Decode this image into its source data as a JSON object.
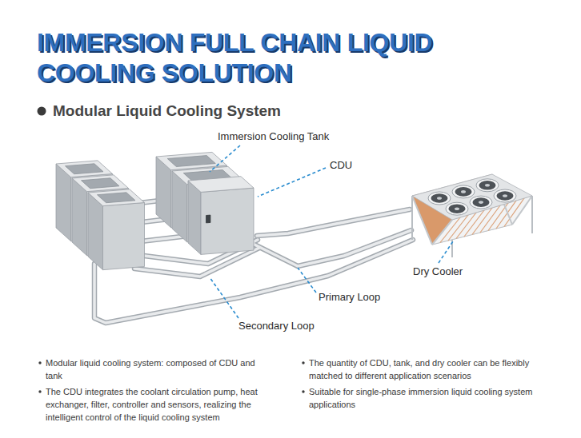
{
  "diagram": {
    "title": "IMMERSION FULL CHAIN LIQUID COOLING SOLUTION",
    "labels": [
      "Modular Liquid Cooling System",
      "Immersion Cooling Tank",
      "CDU",
      "Dry Cooler",
      "Primary Loop",
      "Secondary Loop",
      "Modular liquid cooling system: composed of CDU and tank",
      "The CDU integrates the coolant circulation pump, heat exchanger, filter, controller and sensors, realizing the intelligent control of the liquid cooling system",
      "The quantity of CDU, tank, and dry cooler can be flexibly matched to different application scenarios",
      "Suitable for single-phase immersion liquid cooling system applications"
    ]
  }
}
